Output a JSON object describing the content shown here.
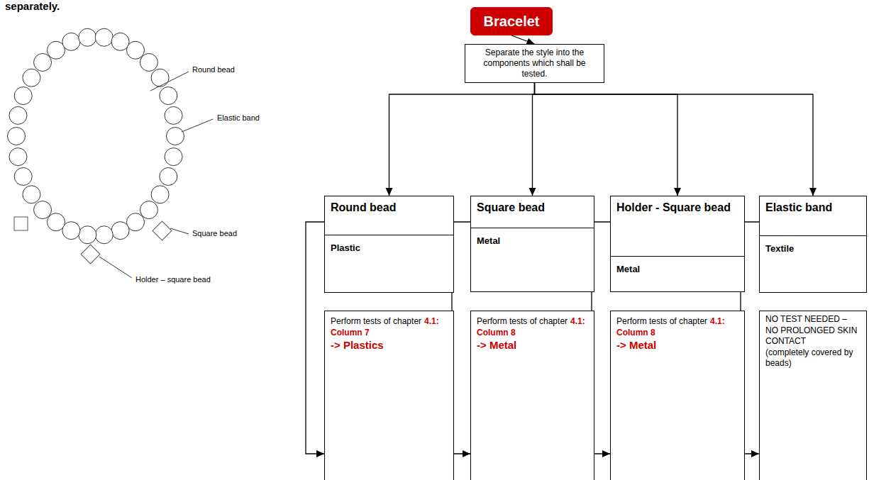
{
  "diagram": {
    "nodes": [
      {
        "text": [
          "Bracelet"
        ]
      },
      {
        "text": [
          "Separate the style into the components which shall be tested."
        ]
      },
      {
        "text": [
          "Round bead"
        ]
      },
      {
        "text": [
          "Plastic"
        ]
      },
      {
        "text": [
          "Perform tests of chapter",
          "4.1:",
          "Column 7",
          "-> Plastics"
        ]
      },
      {
        "text": [
          "Square bead"
        ]
      },
      {
        "text": [
          "Metal"
        ]
      },
      {
        "text": [
          "Perform tests of chapter",
          "4.1:",
          "Column 8",
          "-> Metal"
        ]
      },
      {
        "text": [
          "Holder - Square bead"
        ]
      },
      {
        "text": [
          "Metal"
        ]
      },
      {
        "text": [
          "Perform tests of chapter",
          "4.1:",
          "Column 8",
          "-> Metal"
        ]
      },
      {
        "text": [
          "Elastic band"
        ]
      },
      {
        "text": [
          "Textile"
        ]
      },
      {
        "text": [
          "NO TEST NEEDED – NO PROLONGED SKIN CONTACT",
          "(completely covered by beads)"
        ]
      }
    ],
    "edges": [
      {
        "from": 0,
        "to": 1,
        "arrow": "to"
      },
      {
        "from": 1,
        "to": 2,
        "arrow": "to"
      },
      {
        "from": 1,
        "to": 5,
        "arrow": "to"
      },
      {
        "from": 1,
        "to": 8,
        "arrow": "to"
      },
      {
        "from": 1,
        "to": 11,
        "arrow": "to"
      },
      {
        "from": 2,
        "to": 4,
        "arrow": "to"
      },
      {
        "from": 5,
        "to": 7,
        "arrow": "to"
      },
      {
        "from": 8,
        "to": 10,
        "arrow": "to"
      },
      {
        "from": 11,
        "to": 13,
        "arrow": "to"
      }
    ],
    "labels": [
      "separately.",
      "Round bead",
      "Elastic band",
      "Square bead",
      "Holder – square bead"
    ]
  }
}
